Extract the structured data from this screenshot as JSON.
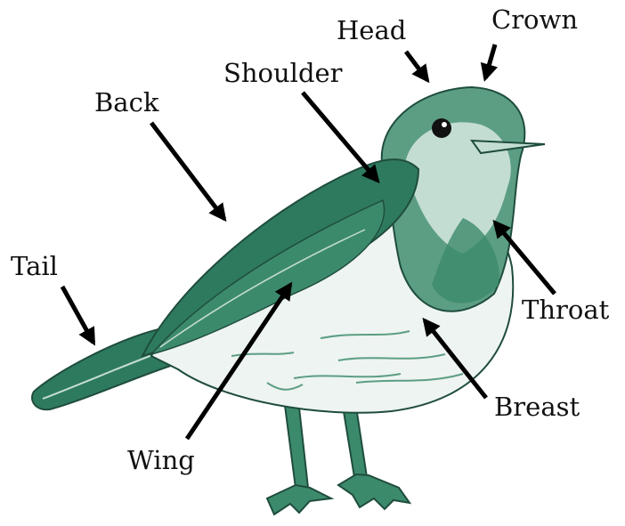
{
  "labels": {
    "head": "Head",
    "crown": "Crown",
    "shoulder": "Shoulder",
    "back": "Back",
    "tail": "Tail",
    "throat": "Throat",
    "breast": "Breast",
    "wing": "Wing"
  },
  "colors": {
    "plumage_dark": "#2e7a5e",
    "plumage_mid": "#5c9e84",
    "plumage_light": "#c4ddd2",
    "belly": "#eef4f1",
    "outline": "#1f4d3d",
    "arrow": "#000000"
  }
}
